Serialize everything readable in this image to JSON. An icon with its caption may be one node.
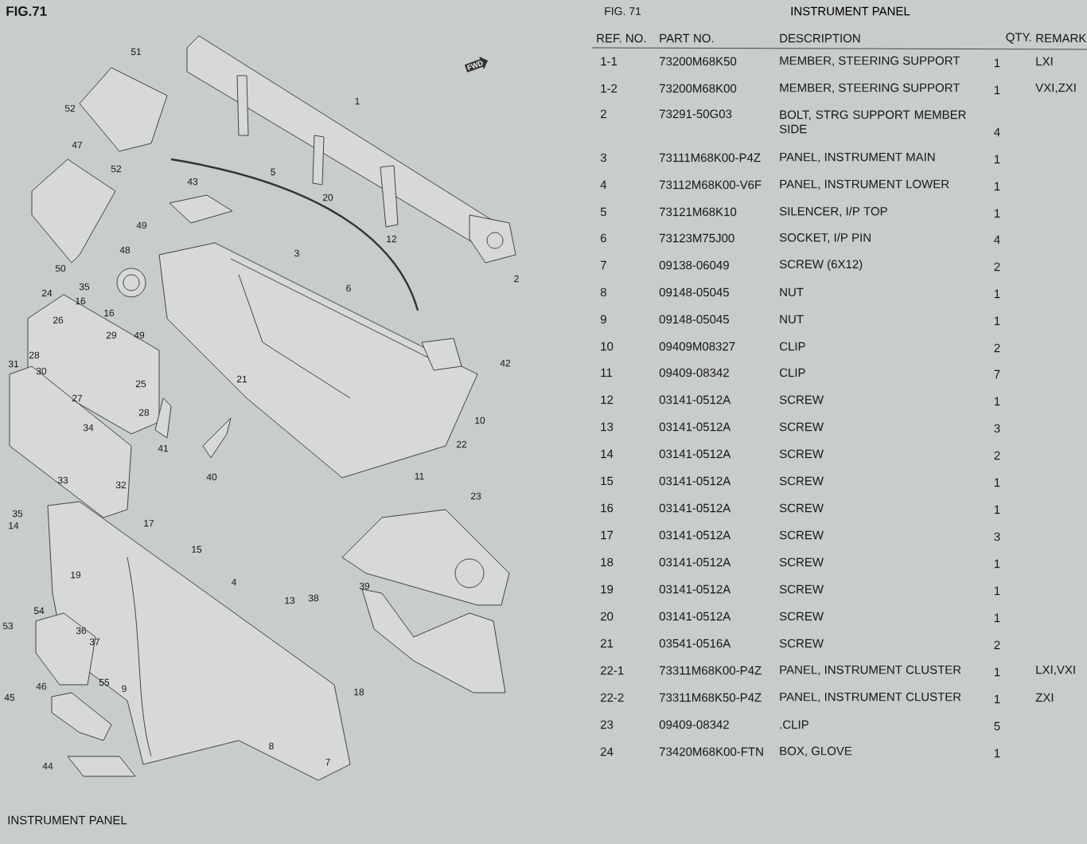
{
  "diagram": {
    "title": "INSTRUMENT PANEL",
    "labels": [
      "FIG.71",
      "FWD",
      "1",
      "2",
      "3",
      "4",
      "5",
      "6",
      "7",
      "8",
      "9",
      "10",
      "11",
      "12",
      "13",
      "14",
      "15",
      "16",
      "16",
      "17",
      "18",
      "19",
      "20",
      "21",
      "22",
      "23",
      "24",
      "25",
      "26",
      "27",
      "28",
      "28",
      "29",
      "30",
      "31",
      "32",
      "33",
      "34",
      "35",
      "35",
      "36",
      "37",
      "38",
      "39",
      "40",
      "41",
      "42",
      "43",
      "44",
      "45",
      "46",
      "47",
      "48",
      "49",
      "49",
      "50",
      "51",
      "52",
      "52",
      "53",
      "54",
      "55",
      "INSTRUMENT PANEL",
      "FIG. 71",
      "REF. NO.",
      "PART NO.",
      "DESCRIPTION",
      "QTY.",
      "REMARK",
      "1-1",
      "73200M68K50",
      "MEMBER, STEERING SUPPORT",
      "1",
      "LXI",
      "1-2",
      "73200M68K00",
      "MEMBER, STEERING SUPPORT",
      "1",
      "VXI,ZXI",
      "2",
      "73291-50G03",
      "BOLT, STRG SUPPORT MEMBER SIDE",
      "4",
      "3",
      "73111M68K00-P4Z",
      "PANEL, INSTRUMENT MAIN",
      "1",
      "4",
      "73112M68K00-V6F",
      "PANEL, INSTRUMENT LOWER",
      "1",
      "5",
      "73121M68K10",
      "SILENCER, I/P TOP",
      "1",
      "6",
      "73123M75J00",
      "SOCKET, I/P PIN",
      "4",
      "7",
      "09138-06049",
      "SCREW (6X12)",
      "2",
      "8",
      "09148-05045",
      "NUT",
      "1",
      "9",
      "09148-05045",
      "NUT",
      "1",
      "10",
      "09409M08327",
      "CLIP",
      "2",
      "11",
      "09409-08342",
      "CLIP",
      "7",
      "12",
      "03141-0512A",
      "SCREW",
      "1",
      "13",
      "03141-0512A",
      "SCREW",
      "3",
      "14",
      "03141-0512A",
      "SCREW",
      "2",
      "15",
      "03141-0512A",
      "SCREW",
      "1",
      "16",
      "03141-0512A",
      "SCREW",
      "1",
      "17",
      "03141-0512A",
      "SCREW",
      "3",
      "18",
      "03141-0512A",
      "SCREW",
      "1",
      "19",
      "03141-0512A",
      "SCREW",
      "1",
      "20",
      "03141-0512A",
      "SCREW",
      "1",
      "21",
      "03541-0516A",
      "SCREW",
      "2",
      "22-1",
      "73311M68K00-P4Z",
      "PANEL, INSTRUMENT CLUSTER",
      "1",
      "LXI,VXI",
      "22-2",
      "73311M68K50-P4Z",
      "PANEL, INSTRUMENT CLUSTER",
      "1",
      "ZXI",
      "23",
      "09409-08342",
      ".CLIP",
      "5",
      "24",
      "73420M68K00-FTN",
      "BOX, GLOVE",
      "1"
    ]
  }
}
